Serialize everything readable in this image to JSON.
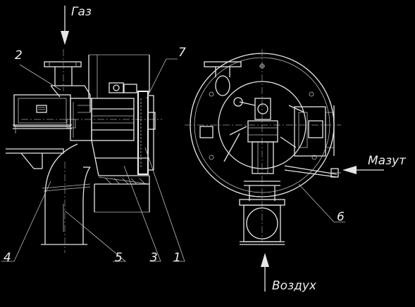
{
  "labels": {
    "gas": "Газ",
    "fuel_oil": "Мазут",
    "air": "Воздух"
  },
  "callouts": {
    "n1": "1",
    "n2": "2",
    "n3": "3",
    "n4": "4",
    "n5": "5",
    "n6": "6",
    "n7": "7"
  },
  "colors": {
    "background": "#000000",
    "line": "#e6e6e6"
  }
}
